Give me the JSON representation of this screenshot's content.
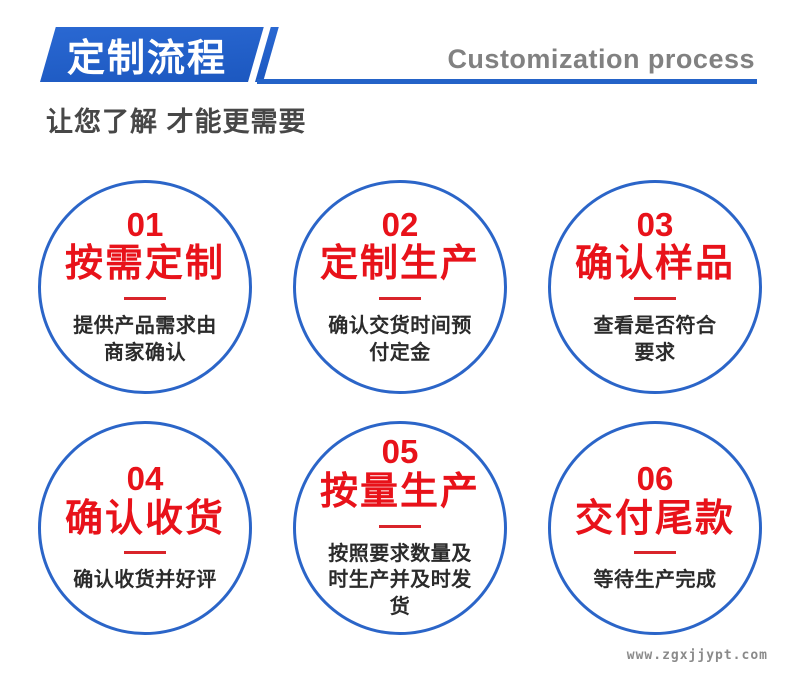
{
  "header": {
    "banner_title": "定制流程",
    "subtitle_en": "Customization process",
    "tagline": "让您了解 才能更需要"
  },
  "steps": [
    {
      "number": "01",
      "title": "按需定制",
      "desc": "提供产品需求由\n商家确认"
    },
    {
      "number": "02",
      "title": "定制生产",
      "desc": "确认交货时间预\n付定金"
    },
    {
      "number": "03",
      "title": "确认样品",
      "desc": "查看是否符合\n要求"
    },
    {
      "number": "04",
      "title": "确认收货",
      "desc": "确认收货并好评"
    },
    {
      "number": "05",
      "title": "按量生产",
      "desc": "按照要求数量及\n时生产并及时发\n货"
    },
    {
      "number": "06",
      "title": "交付尾款",
      "desc": "等待生产完成"
    }
  ],
  "watermark": "www.zgxjjypt.com",
  "colors": {
    "banner_blue": "#1f5ec9",
    "circle_border_blue": "#2b65c8",
    "underline_blue": "#2463c8",
    "accent_red": "#e8121a",
    "subtitle_gray": "#818181",
    "tagline_gray": "#474747"
  }
}
